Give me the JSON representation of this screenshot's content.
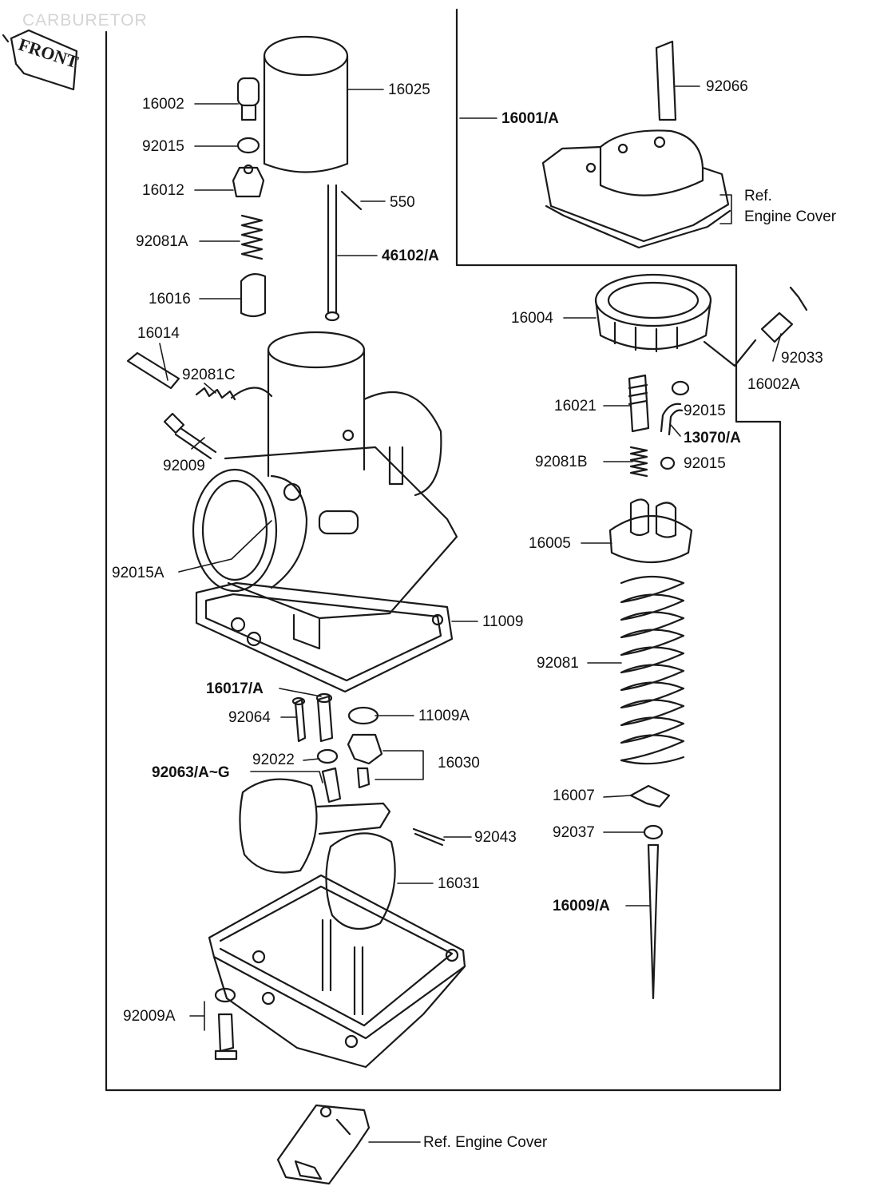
{
  "watermark": "CARBURETOR",
  "front_label": "FRONT",
  "labels": {
    "p16025": "16025",
    "p16002": "16002",
    "p92015_top": "92015",
    "p16012": "16012",
    "p550": "550",
    "p92081A": "92081A",
    "p46102A": "46102/A",
    "p16016": "16016",
    "p16014": "16014",
    "p92081C": "92081C",
    "p92009": "92009",
    "p92015A": "92015A",
    "p11009": "11009",
    "p16017A": "16017/A",
    "p92064": "92064",
    "p11009A": "11009A",
    "p92022": "92022",
    "p16030": "16030",
    "p92063": "92063/A~G",
    "p92043": "92043",
    "p16031": "16031",
    "p92009A": "92009A",
    "p16001A": "16001/A",
    "p92066": "92066",
    "p_ref1_line1": "Ref.",
    "p_ref1_line2": "Engine Cover",
    "p16004": "16004",
    "p92033": "92033",
    "p16002A": "16002A",
    "p16021": "16021",
    "p92015_r1": "92015",
    "p13070A": "13070/A",
    "p92081B": "92081B",
    "p92015_r2": "92015",
    "p16005": "16005",
    "p92081": "92081",
    "p16007": "16007",
    "p92037": "92037",
    "p16009A": "16009/A",
    "p_ref2": "Ref. Engine Cover"
  }
}
